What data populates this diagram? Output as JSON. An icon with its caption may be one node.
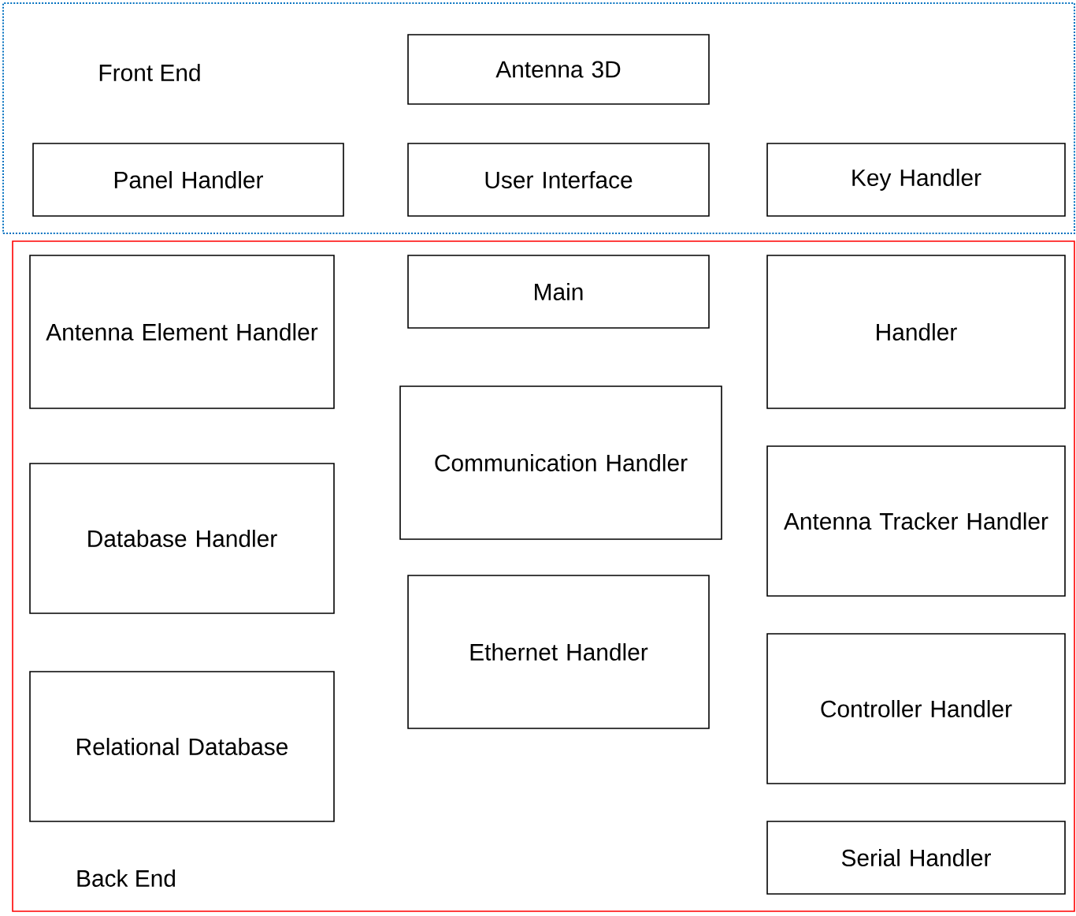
{
  "diagram": {
    "nodes": [
      {
        "text": [
          "Front End"
        ]
      },
      {
        "text": [
          "Back End"
        ]
      },
      {
        "text": [
          "Antenna 3D"
        ],
        "in": 0
      },
      {
        "text": [
          "Panel Handler"
        ],
        "in": 0
      },
      {
        "text": [
          "User Interface"
        ],
        "in": 0
      },
      {
        "text": [
          "Key Handler"
        ],
        "in": 0
      },
      {
        "text": [
          "Antenna Element Handler"
        ],
        "in": 1
      },
      {
        "text": [
          "Main"
        ],
        "in": 1
      },
      {
        "text": [
          "Handler"
        ],
        "in": 1
      },
      {
        "text": [
          "Communication Handler"
        ],
        "in": 1
      },
      {
        "text": [
          "Antenna Tracker Handler"
        ],
        "in": 1
      },
      {
        "text": [
          "Database Handler"
        ],
        "in": 1
      },
      {
        "text": [
          "Ethernet Handler"
        ],
        "in": 1
      },
      {
        "text": [
          "Controller Handler"
        ],
        "in": 1
      },
      {
        "text": [
          "Relational Database"
        ],
        "in": 1
      },
      {
        "text": [
          "Serial Handler"
        ],
        "in": 1
      }
    ]
  }
}
